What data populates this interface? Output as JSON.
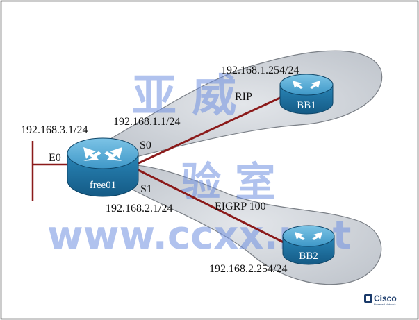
{
  "labels": {
    "free01_e0_ip": "192.168.3.1/24",
    "free01_s0_ip": "192.168.1.1/24",
    "free01_s1_ip": "192.168.2.1/24",
    "bb1_ip": "192.168.1.254/24",
    "bb2_ip": "192.168.2.254/24",
    "e0": "E0",
    "s0": "S0",
    "s1": "S1",
    "rip": "RIP",
    "eigrp": "EIGRP 100"
  },
  "routers": {
    "free01": "free01",
    "bb1": "BB1",
    "bb2": "BB2"
  },
  "watermark": {
    "line1": "亚 威",
    "line2": "验 室",
    "url": "www.ccxx.net"
  },
  "logo": {
    "text": "Cisco",
    "sub": "Powered Network"
  },
  "colors": {
    "link": "#8b1a1a",
    "cloud": "#cfd3d9",
    "router_body": "#1f6f9e",
    "router_top": "#5fb0d8",
    "watermark": "#6f8fe0"
  }
}
